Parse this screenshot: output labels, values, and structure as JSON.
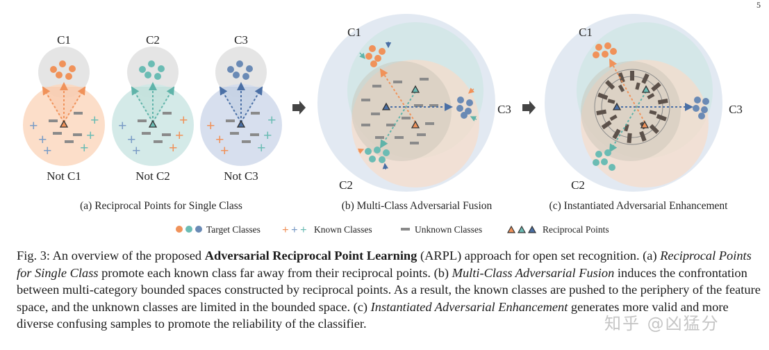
{
  "page_number": "5",
  "panel_a": {
    "classes": [
      "C1",
      "C2",
      "C3"
    ],
    "not_classes": [
      "Not C1",
      "Not C2",
      "Not C3"
    ],
    "subcaption": "(a) Reciprocal Points for Single Class"
  },
  "panel_b": {
    "labels": [
      "C1",
      "C2",
      "C3"
    ],
    "subcaption": "(b) Multi-Class Adversarial Fusion"
  },
  "panel_c": {
    "labels": [
      "C1",
      "C2",
      "C3"
    ],
    "subcaption": "(c) Instantiated Adversarial Enhancement"
  },
  "legend": {
    "items": [
      "Target Classes",
      "Known Classes",
      "Unknown Classes",
      "Reciprocal Points"
    ]
  },
  "colors": {
    "orange": "#f0925a",
    "teal": "#6bbcb4",
    "blue": "#6a8ab5",
    "gray_mark": "#8a8a8a"
  },
  "caption": {
    "fig_label": "Fig. 3: An overview of the proposed ",
    "method_bold": "Adversarial Reciprocal Point Learning",
    "after_method": " (ARPL) approach for open set recognition. (a) ",
    "part_a_italic": "Reciprocal Points for Single Class",
    "part_a_text": " promote each known class far away from their reciprocal points. (b) ",
    "part_b_italic": "Multi-Class Adversarial Fusion",
    "part_b_text": " induces the confrontation between multi-category bounded spaces constructed by reciprocal points. As a result, the known classes are pushed to the periphery of the feature space, and the unknown classes are limited in the bounded space. (c) ",
    "part_c_italic": "Instantiated Adversarial Enhancement",
    "part_c_text": " generates more valid and more diverse confusing samples to promote the reliability of the classifier."
  },
  "watermark": "知乎 @凶猛分"
}
